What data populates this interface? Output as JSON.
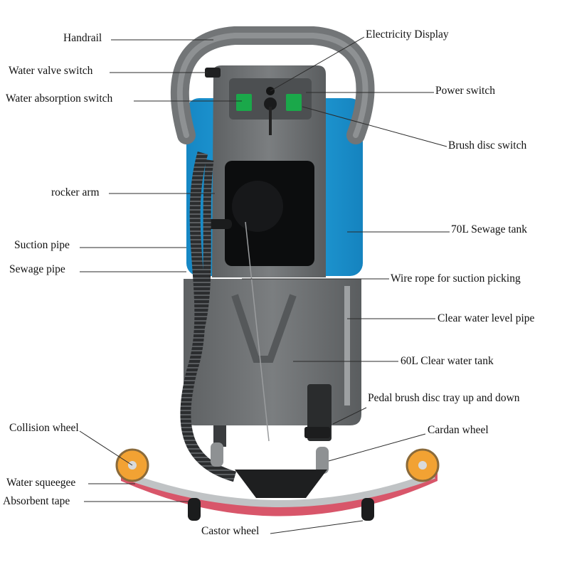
{
  "labels": {
    "handrail": "Handrail",
    "electricity_display": "Electricity Display",
    "water_valve_switch": "Water valve switch",
    "power_switch": "Power switch",
    "water_absorption_switch": "Water absorption switch",
    "brush_disc_switch": "Brush disc switch",
    "rocker_arm": "rocker arm",
    "sewage_tank": "70L Sewage tank",
    "suction_pipe": "Suction pipe",
    "sewage_pipe": "Sewage pipe",
    "wire_rope": "Wire rope for suction picking",
    "clear_water_level_pipe": "Clear water level pipe",
    "clear_water_tank": "60L Clear water tank",
    "pedal_brush_disc": "Pedal brush disc tray up and down",
    "collision_wheel": "Collision wheel",
    "cardan_wheel": "Cardan wheel",
    "water_squeegee": "Water squeegee",
    "absorbent_tape": "Absorbent tape",
    "castor_wheel": "Castor wheel"
  },
  "colors": {
    "body_gray": "#6f7274",
    "tank_blue": "#1c9ad6",
    "squeegee_red": "#d8566a",
    "wheel_orange": "#f2a233",
    "switch_green": "#1aa84a"
  }
}
